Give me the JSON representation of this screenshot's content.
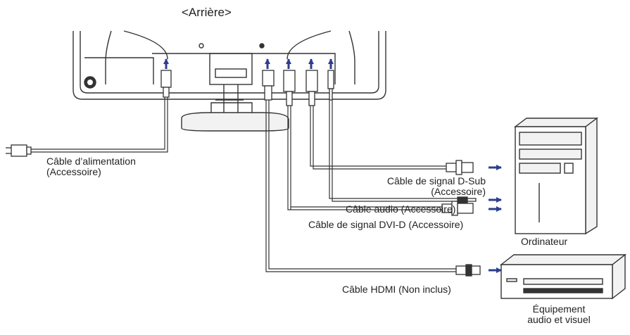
{
  "title": "<Arrière>",
  "labels": {
    "power_line1": "Câble d’alimentation",
    "power_line2": "(Accessoire)",
    "audio": "Câble audio (Accessoire)",
    "dsub_line1": "Câble de signal D-Sub",
    "dsub_line2": "(Accessoire)",
    "dvi": "Câble de signal DVI-D (Accessoire)",
    "hdmi": "Câble HDMI (Non inclus)",
    "computer": "Ordinateur",
    "av_line1": "Équipement",
    "av_line2": "audio et visuel"
  },
  "colors": {
    "line": "#333333",
    "arrow": "#2b3f8c",
    "fill": "#f2f2f2"
  }
}
